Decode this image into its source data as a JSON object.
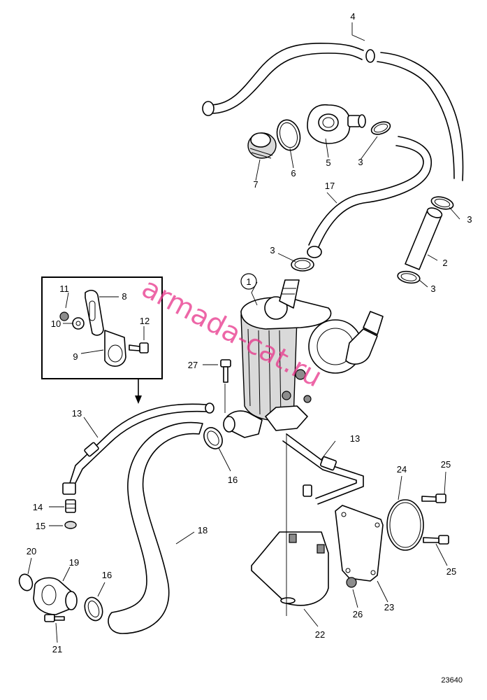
{
  "figure": {
    "drawing_number": "23640",
    "watermark": "armada-cat.ru",
    "callouts": [
      "1",
      "2",
      "3",
      "4",
      "5",
      "6",
      "7",
      "8",
      "9",
      "10",
      "11",
      "12",
      "13",
      "14",
      "15",
      "16",
      "17",
      "18",
      "19",
      "20",
      "21",
      "22",
      "23",
      "24",
      "25",
      "26",
      "27"
    ]
  }
}
